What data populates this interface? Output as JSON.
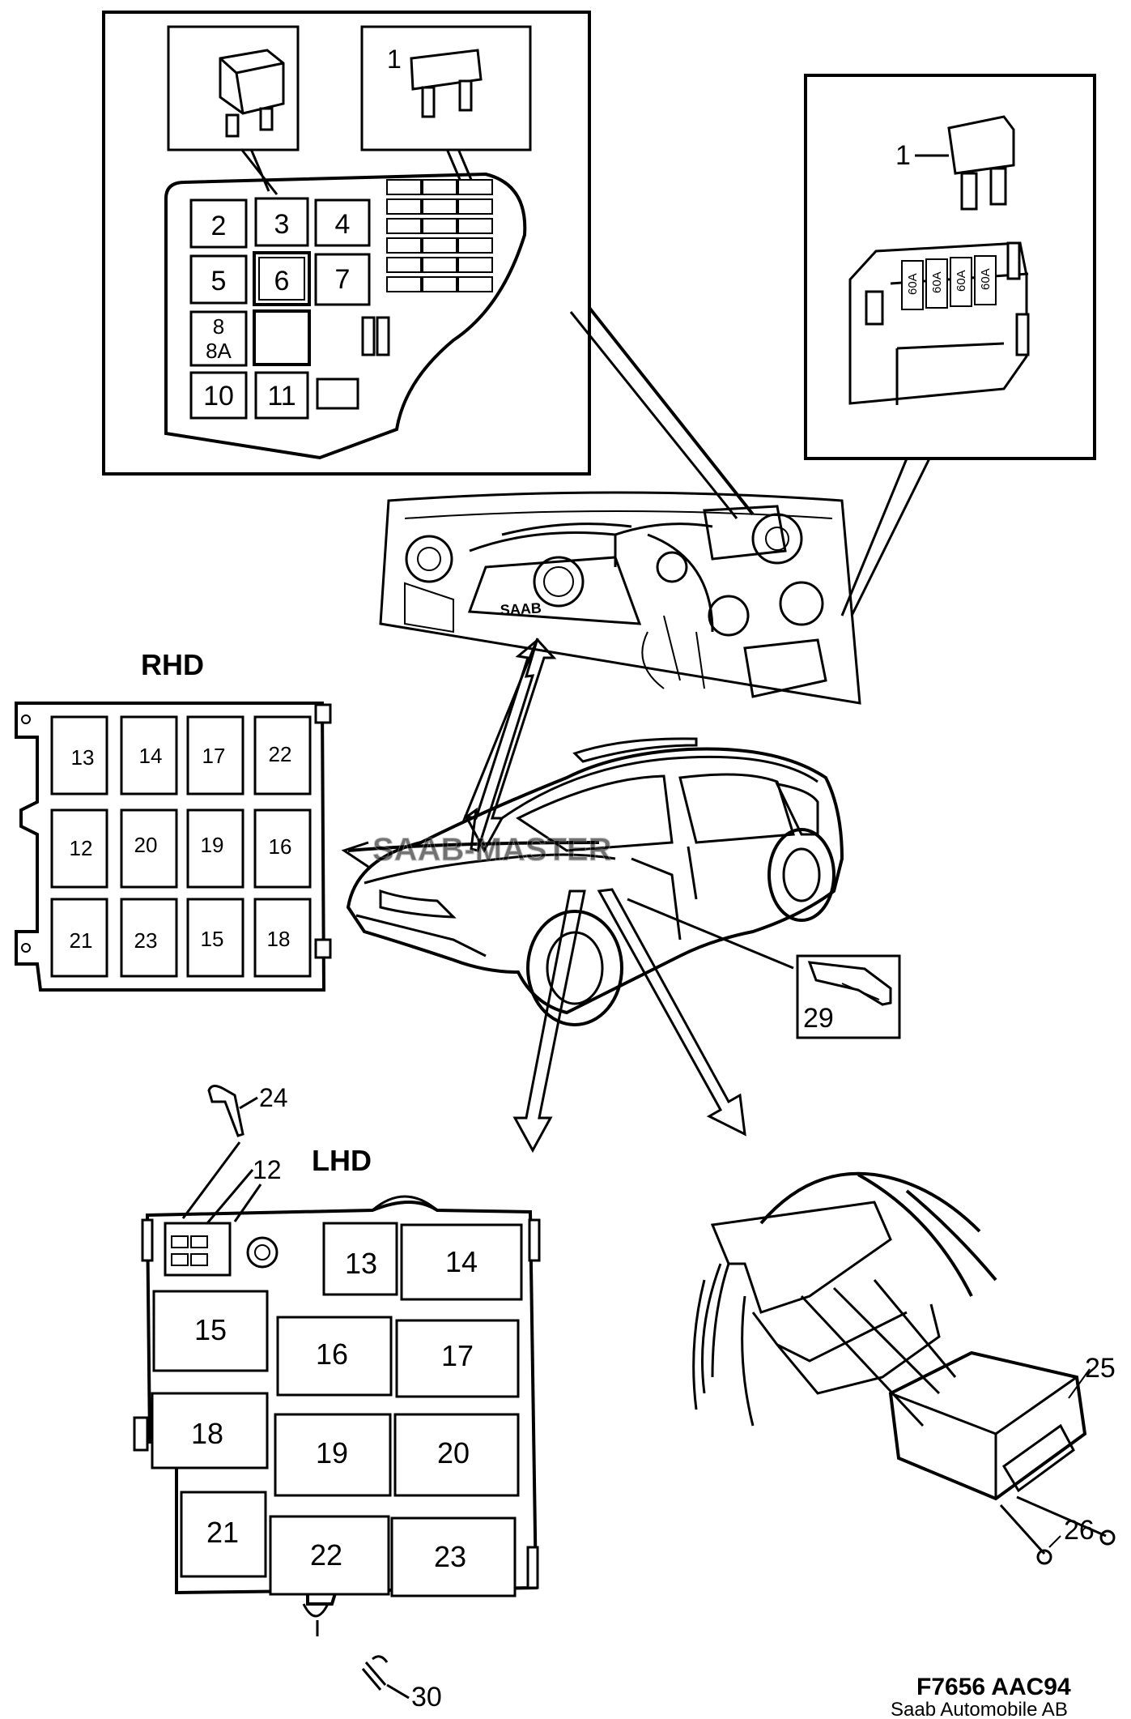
{
  "top_box": {
    "callout": "1",
    "relays": [
      {
        "id": "r2",
        "label": "2"
      },
      {
        "id": "r3",
        "label": "3"
      },
      {
        "id": "r4",
        "label": "4"
      },
      {
        "id": "r5",
        "label": "5"
      },
      {
        "id": "r6",
        "label": "6"
      },
      {
        "id": "r7",
        "label": "7"
      },
      {
        "id": "r8a",
        "label": "8"
      },
      {
        "id": "r8b",
        "label": "8A"
      },
      {
        "id": "r10",
        "label": "10"
      },
      {
        "id": "r11",
        "label": "11"
      }
    ]
  },
  "maxi_box": {
    "callout": "1",
    "fuse_ratings": [
      "60A",
      "60A",
      "60A",
      "60A"
    ]
  },
  "rhd": {
    "title": "RHD",
    "relays": [
      "13",
      "14",
      "17",
      "22",
      "12",
      "20",
      "19",
      "16",
      "21",
      "23",
      "15",
      "18"
    ]
  },
  "car": {
    "watermark": "SAAB-MASTER",
    "hood_badge": "SAAB"
  },
  "callout_29": "29",
  "lhd": {
    "title": "LHD",
    "callout_24": "24",
    "callout_12": "12",
    "callout_30": "30",
    "relays": [
      "13",
      "14",
      "15",
      "16",
      "17",
      "18",
      "19",
      "20",
      "21",
      "22",
      "23"
    ]
  },
  "ecu": {
    "callout_25": "25",
    "callout_26": "26"
  },
  "footer": {
    "figure_code": "F7656 AAC94",
    "copyright": "Saab Automobile AB"
  }
}
